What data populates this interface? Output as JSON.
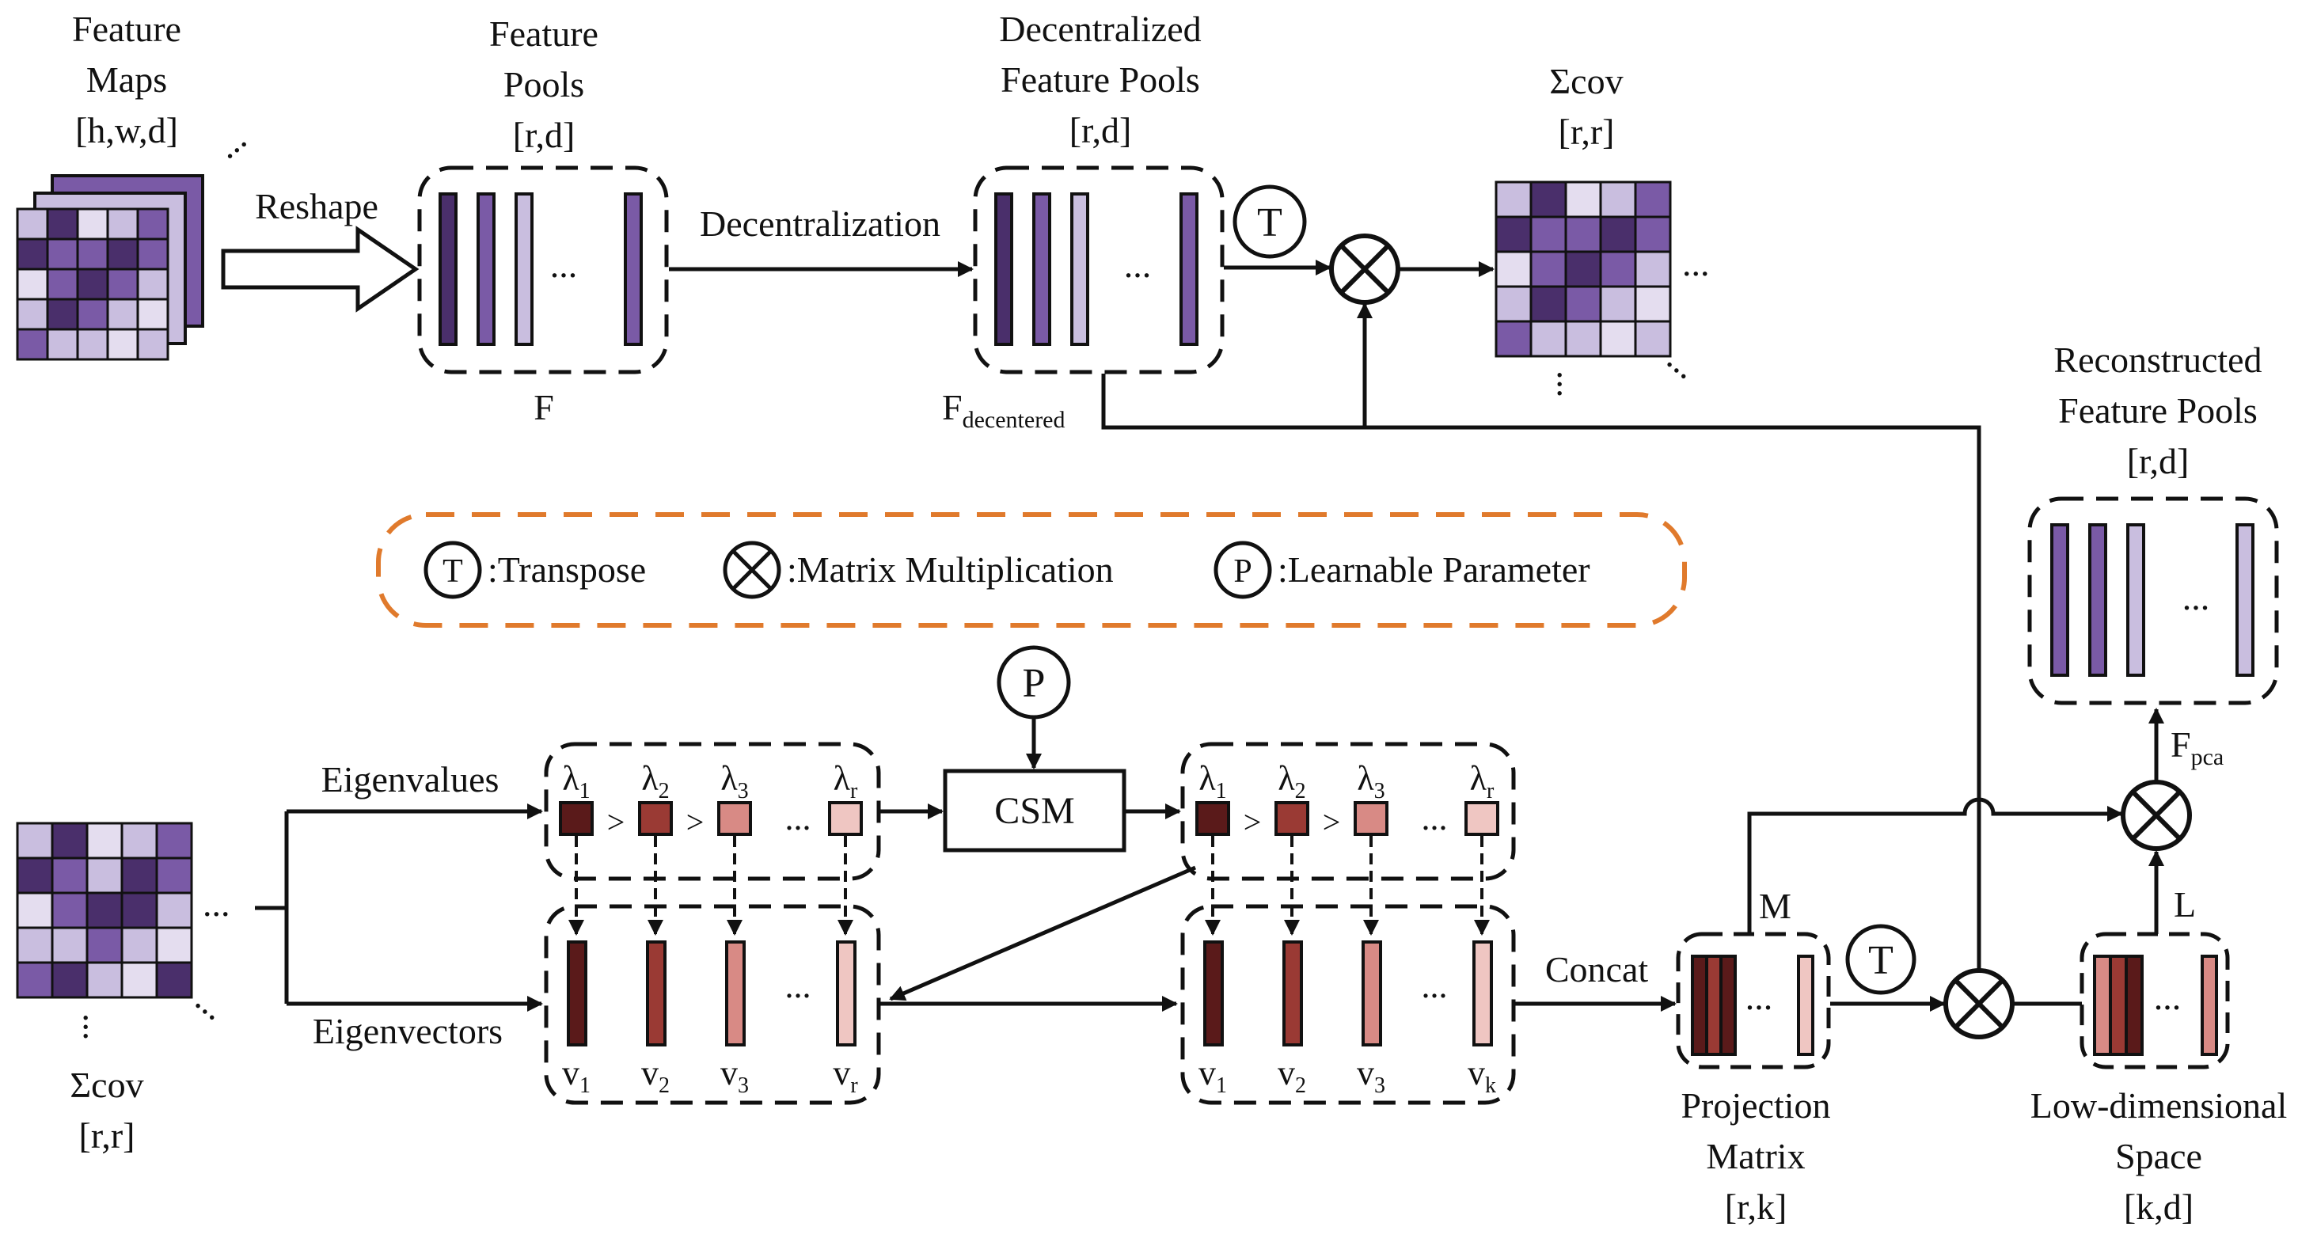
{
  "colors": {
    "line": "#111111",
    "legend_border": "#e07a2c",
    "purple_dark": "#4a2f6b",
    "purple_mid": "#7a5aa6",
    "purple_light": "#c9bedf",
    "purple_pale": "#e4ddef",
    "red_dark": "#5a1a1a",
    "red_mid": "#9a3a34",
    "red_light": "#d88a85",
    "red_pale": "#efc6c2"
  },
  "top": {
    "feature_maps": {
      "line1": "Feature",
      "line2": "Maps",
      "dims": "[h,w,d]"
    },
    "reshape": "Reshape",
    "feature_pools": {
      "line1": "Feature",
      "line2": "Pools",
      "dims": "[r,d]",
      "symbol": "F"
    },
    "decentralization": "Decentralization",
    "decentralized_pools": {
      "line1": "Decentralized",
      "line2": "Feature Pools",
      "dims": "[r,d]"
    },
    "f_decentered": {
      "base": "F",
      "sub": "decentered"
    },
    "transpose_op": "T",
    "sigma_cov": {
      "label": "Σcov",
      "dims": "[r,r]"
    },
    "ellipsis": "..."
  },
  "legend": {
    "transpose": {
      "symbol": "T",
      "text": ":Transpose"
    },
    "matmul": {
      "text": ":Matrix Multiplication"
    },
    "param": {
      "symbol": "P",
      "text": ":Learnable Parameter"
    }
  },
  "bottom": {
    "sigma_cov": {
      "label": "Σcov",
      "dims": "[r,r]"
    },
    "eigenvalues": "Eigenvalues",
    "eigenvectors": "Eigenvectors",
    "param_op": "P",
    "csm": "CSM",
    "lambda_left": [
      {
        "base": "λ",
        "sub": "1"
      },
      {
        "base": "λ",
        "sub": "2"
      },
      {
        "base": "λ",
        "sub": "3"
      },
      {
        "base": "λ",
        "sub": "r"
      }
    ],
    "lambda_right": [
      {
        "base": "λ",
        "sub": "1"
      },
      {
        "base": "λ",
        "sub": "2"
      },
      {
        "base": "λ",
        "sub": "3"
      },
      {
        "base": "λ",
        "sub": "r"
      }
    ],
    "gt": ">",
    "vec_left": [
      {
        "base": "v",
        "sub": "1"
      },
      {
        "base": "v",
        "sub": "2"
      },
      {
        "base": "v",
        "sub": "3"
      },
      {
        "base": "v",
        "sub": "r"
      }
    ],
    "vec_right": [
      {
        "base": "v",
        "sub": "1"
      },
      {
        "base": "v",
        "sub": "2"
      },
      {
        "base": "v",
        "sub": "3"
      },
      {
        "base": "v",
        "sub": "k"
      }
    ],
    "concat": "Concat",
    "m_label": "M",
    "transpose_op": "T",
    "projection": {
      "line1": "Projection",
      "line2": "Matrix",
      "dims": "[r,k]"
    },
    "low_dim": {
      "line1": "Low-dimensional",
      "line2": "Space",
      "dims": "[k,d]"
    },
    "l_label": "L",
    "f_pca": {
      "base": "F",
      "sub": "pca"
    },
    "reconstructed": {
      "line1": "Reconstructed",
      "line2": "Feature Pools",
      "dims": "[r,d]"
    },
    "ellipsis": "..."
  }
}
